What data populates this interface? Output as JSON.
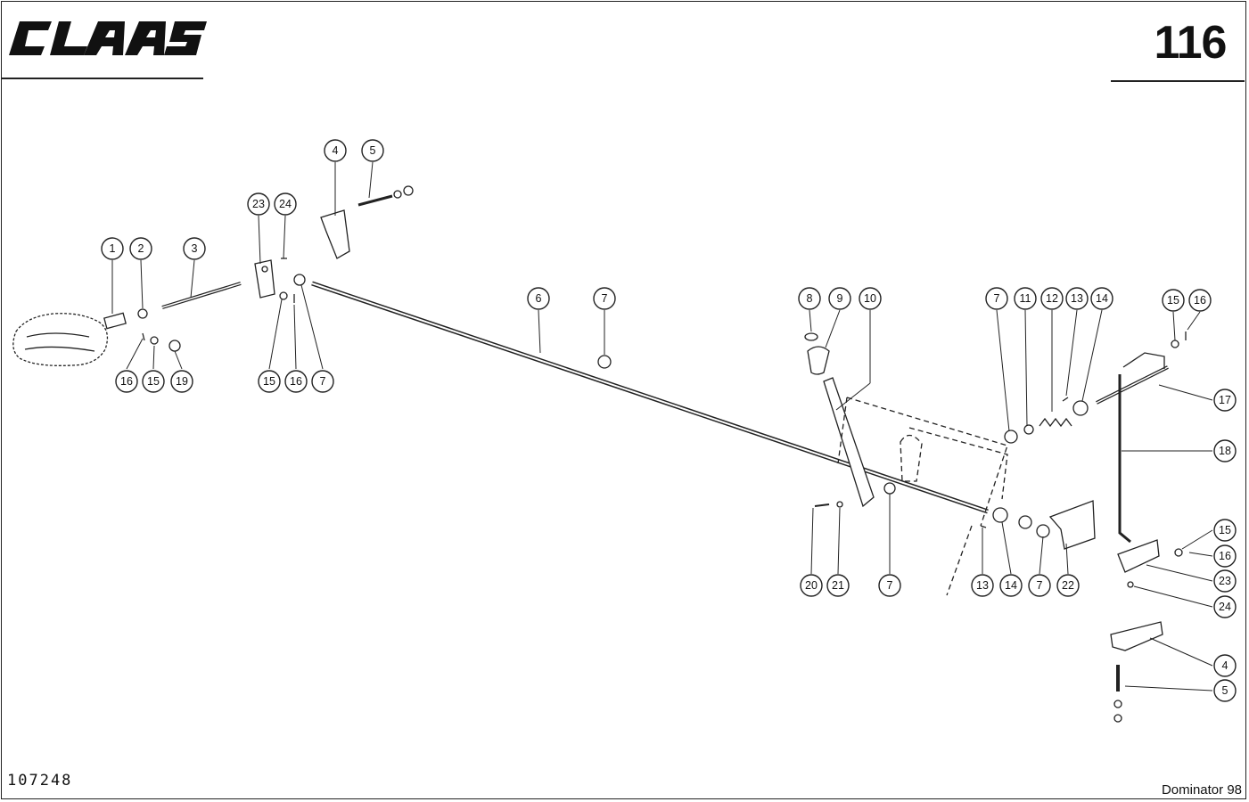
{
  "header": {
    "brand": "CLAAS",
    "page_number": "116"
  },
  "footer": {
    "drawing_number": "107248",
    "model": "Dominator 98"
  },
  "callouts": [
    "1",
    "2",
    "3",
    "4",
    "5",
    "6",
    "7",
    "8",
    "9",
    "10",
    "11",
    "12",
    "13",
    "14",
    "15",
    "16",
    "17",
    "18",
    "19",
    "20",
    "21",
    "22",
    "23",
    "24"
  ],
  "colors": {
    "line": "#222222",
    "paper": "#ffffff"
  }
}
